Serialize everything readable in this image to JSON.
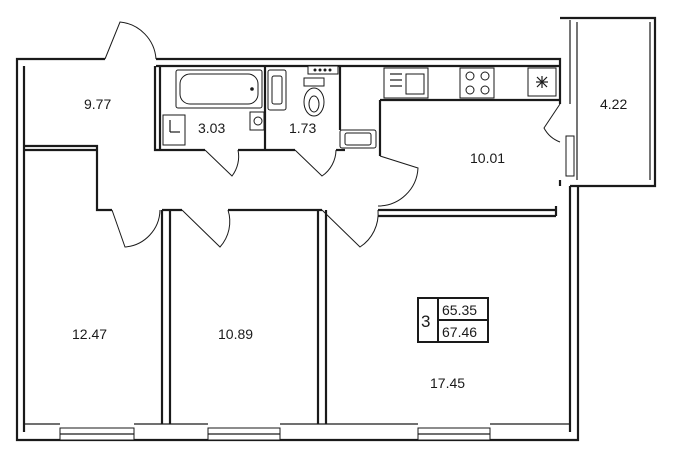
{
  "rooms": {
    "corridor": "9.77",
    "bathroom": "3.03",
    "toilet": "1.73",
    "kitchen": "10.01",
    "balcony": "4.22",
    "bedroom_left": "12.47",
    "bedroom_middle": "10.89",
    "living_room": "17.45"
  },
  "apartment": {
    "room_count": "3",
    "living_area": "65.35",
    "total_area": "67.46"
  },
  "colors": {
    "wall": "#1a1a1a",
    "background": "#ffffff"
  },
  "icons": [
    "bathtub-icon",
    "sink-icon",
    "washing-machine-icon",
    "toilet-icon",
    "stove-icon",
    "kitchen-sink-icon",
    "ventilation-icon",
    "radiator-icon"
  ]
}
